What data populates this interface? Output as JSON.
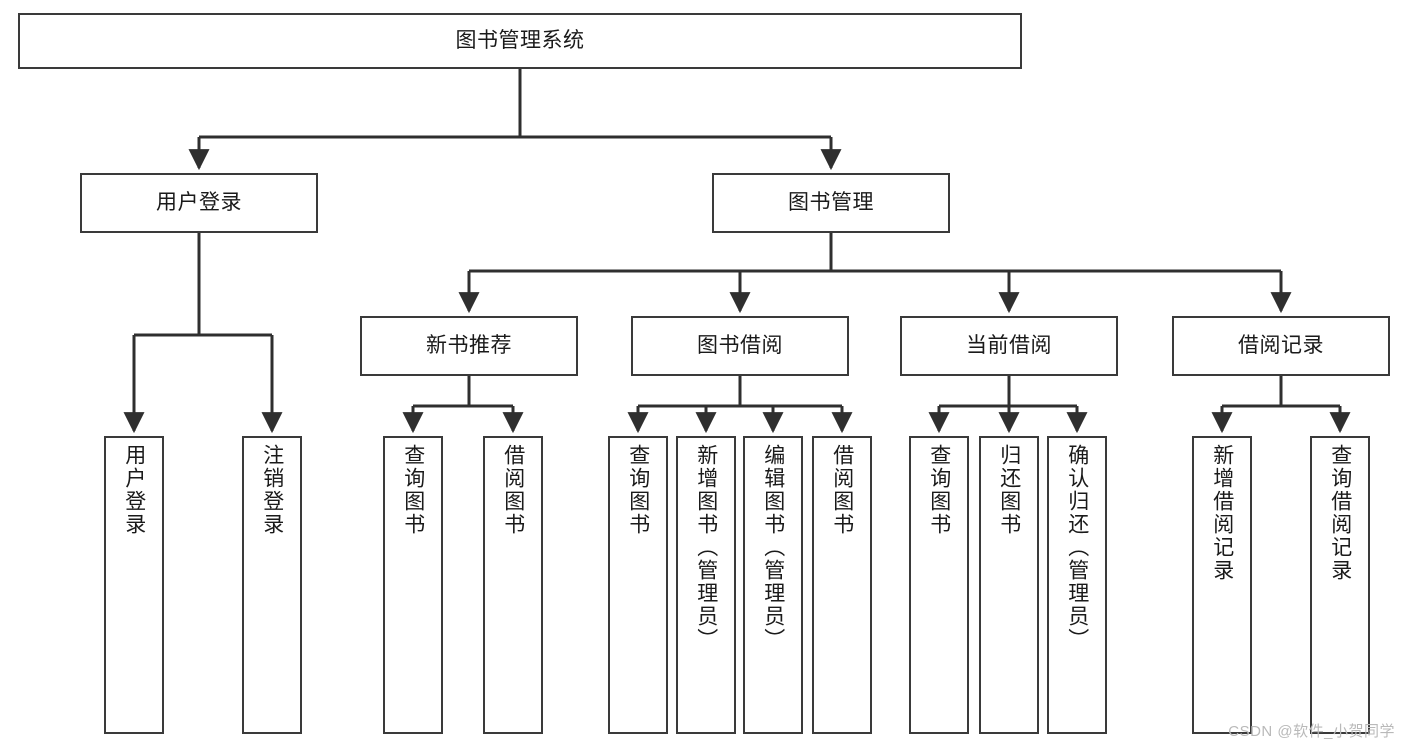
{
  "diagram": {
    "type": "tree",
    "title": "图书管理系统",
    "watermark": "CSDN @软件_小贺同学",
    "colors": {
      "box_border": "#3a3a3a",
      "box_fill": "#ffffff",
      "edge": "#2f2f2f",
      "text": "#1a1a1a",
      "watermark": "#b9b9b9",
      "background": "#ffffff"
    },
    "nodes": {
      "root": {
        "label": "图书管理系统"
      },
      "level2": [
        {
          "label": "用户登录"
        },
        {
          "label": "图书管理"
        }
      ],
      "level3": [
        {
          "label": "新书推荐"
        },
        {
          "label": "图书借阅"
        },
        {
          "label": "当前借阅"
        },
        {
          "label": "借阅记录"
        }
      ],
      "leaves": {
        "user_login": [
          {
            "label": "用户登录"
          },
          {
            "label": "注销登录"
          }
        ],
        "new_book": [
          {
            "label": "查询图书"
          },
          {
            "label": "借阅图书"
          }
        ],
        "book_borrow": [
          {
            "label": "查询图书"
          },
          {
            "label": "新增图书（管理员）"
          },
          {
            "label": "编辑图书（管理员）"
          },
          {
            "label": "借阅图书"
          }
        ],
        "current_borrow": [
          {
            "label": "查询图书"
          },
          {
            "label": "归还图书"
          },
          {
            "label": "确认归还（管理员）"
          }
        ],
        "borrow_record": [
          {
            "label": "新增借阅记录"
          },
          {
            "label": "查询借阅记录"
          }
        ]
      }
    }
  }
}
